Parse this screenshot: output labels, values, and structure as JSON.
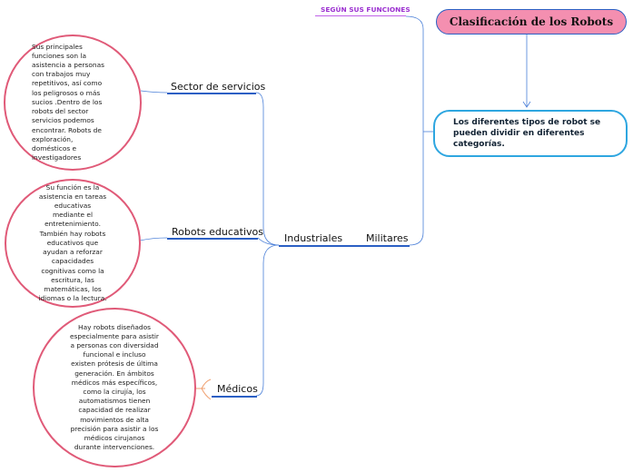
{
  "title": "Clasificación de los    Robots",
  "description": "Los diferentes tipos de robot se pueden dividir en diferentes categorías.",
  "main_topic": "SEGÚN SUS FUNCIONES",
  "branches": {
    "servicios": {
      "label": "Sector de servicios",
      "text": "Sus principales funciones son la asistencia a personas con trabajos muy repetitivos, así como los peligrosos o más sucios .Dentro de los robots del sector servicios podemos encontrar. Robots de exploración, domésticos  e investigadores"
    },
    "educativos": {
      "label": "Robots educativos",
      "text": "Su función es la asistencia en tareas educativas mediante el entretenimiento. También hay robots educativos que ayudan a reforzar capacidades cognitivas como la escritura, las matemáticas, los idiomas o la lectura."
    },
    "medicos": {
      "label": "Médicos",
      "text": "Hay robots diseñados especialmente para asistir a personas con diversidad funcional e incluso existen prótesis de última generación. En ámbitos médicos más específicos, como la cirujía, los automatismos tienen capacidad de realizar movimientos de alta precisión para asistir a los médicos cirujanos durante intervenciones."
    },
    "industriales": {
      "label": "Industriales"
    },
    "militares": {
      "label": "Militares"
    }
  }
}
